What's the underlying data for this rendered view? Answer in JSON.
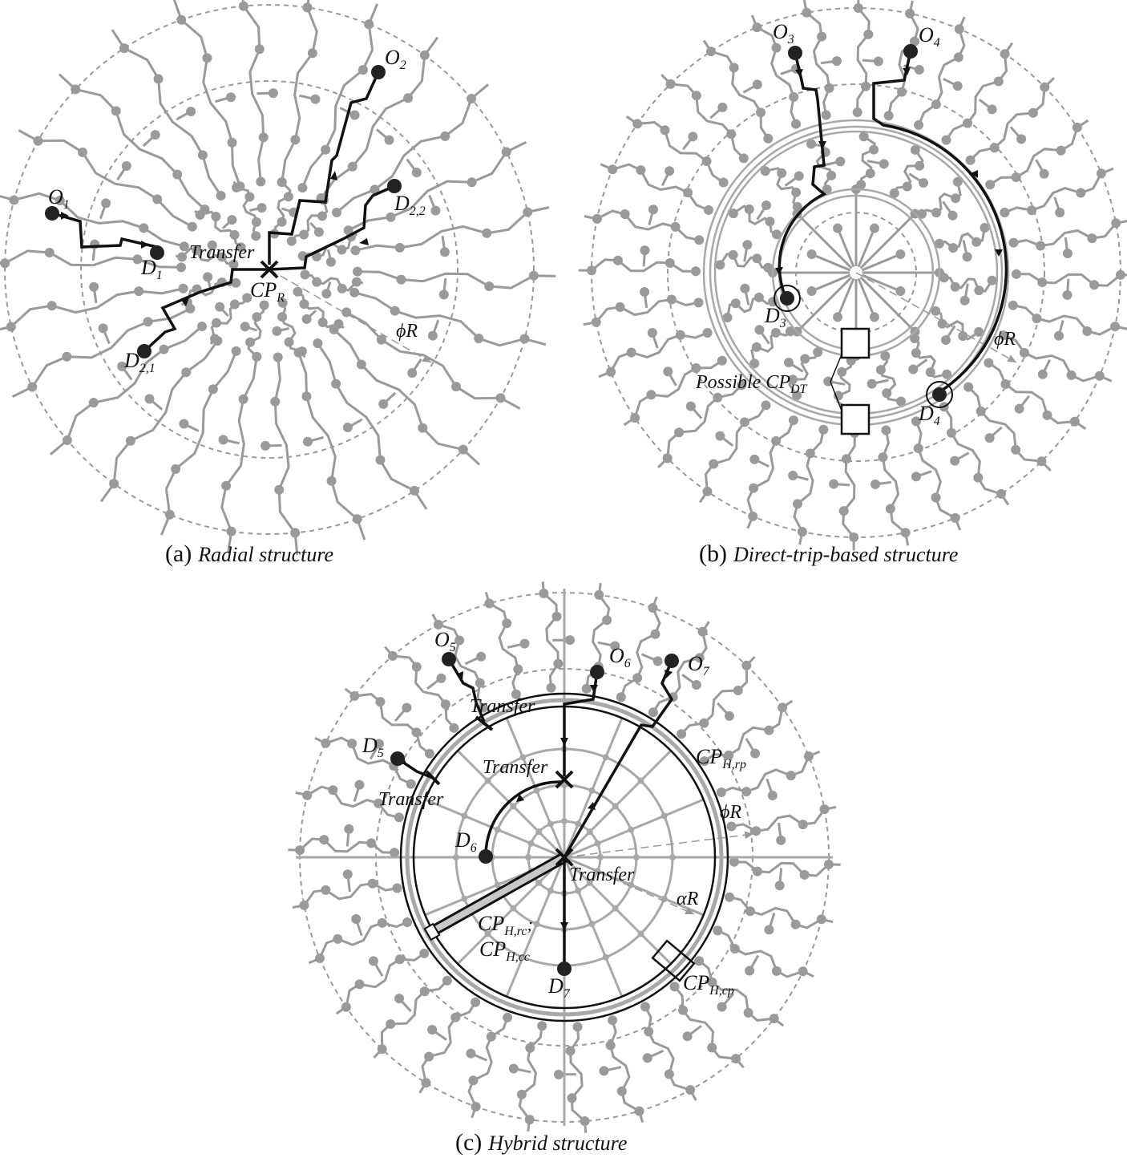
{
  "panels": {
    "a": {
      "caption_prefix": "(a)",
      "caption_title": "Radial structure",
      "labels": {
        "o1": "O",
        "o1_sub": "1",
        "o2": "O",
        "o2_sub": "2",
        "d1": "D",
        "d1_sub": "1",
        "d21": "D",
        "d21_sub": "2,1",
        "d22": "D",
        "d22_sub": "2,2",
        "cp": "CP",
        "cp_sub": "R",
        "transfer": "Transfer",
        "phir": "ϕR"
      }
    },
    "b": {
      "caption_prefix": "(b)",
      "caption_title": "Direct-trip-based structure",
      "labels": {
        "o3": "O",
        "o3_sub": "3",
        "o4": "O",
        "o4_sub": "4",
        "d3": "D",
        "d3_sub": "3",
        "d4": "D",
        "d4_sub": "4",
        "possible": "Possible CP",
        "possible_sub": "DT",
        "phir": "ϕR"
      }
    },
    "c": {
      "caption_prefix": "(c)",
      "caption_title": "Hybrid structure",
      "labels": {
        "o5": "O",
        "o5_sub": "5",
        "o6": "O",
        "o6_sub": "6",
        "o7": "O",
        "o7_sub": "7",
        "d5": "D",
        "d5_sub": "5",
        "d6": "D",
        "d6_sub": "6",
        "d7": "D",
        "d7_sub": "7",
        "transfer_top": "Transfer",
        "transfer_left": "Transfer",
        "transfer_mid": "Transfer",
        "transfer_center": "Transfer",
        "cphrp": "CP",
        "cphrp_sub": "H,rp",
        "cphrc": "CP",
        "cphrc_sub": "H,rc",
        "cphrc_sep": ";",
        "cphcc": "CP",
        "cphcc_sub": "H,cc",
        "cphcp": "CP",
        "cphcp_sub": "H,cp",
        "phir": "ϕR",
        "alphar": "αR"
      }
    }
  },
  "colors": {
    "network": "#9a9a9a",
    "network_node": "#9a9a9a",
    "dashed_ring": "#9a9a9a",
    "path": "#111111",
    "node_dark": "#222222"
  }
}
